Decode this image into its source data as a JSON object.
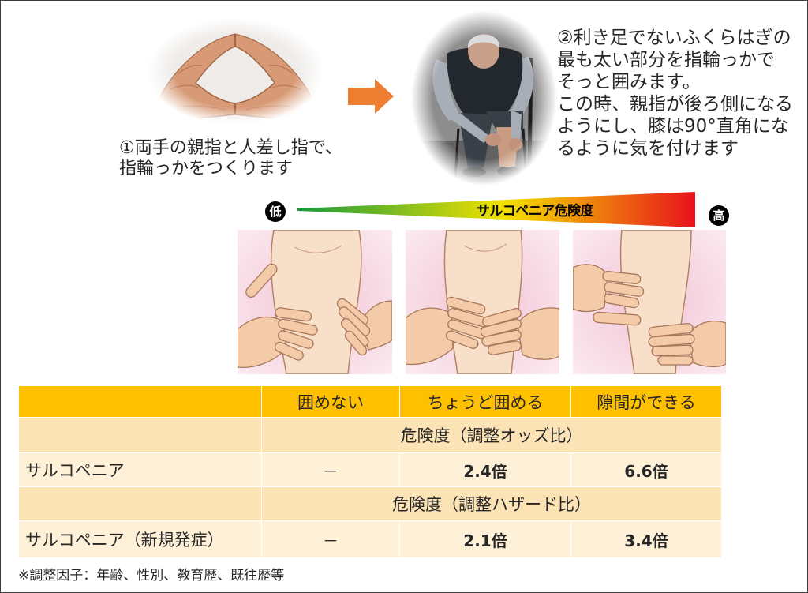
{
  "steps": {
    "step1": {
      "lines": [
        "①両手の親指と人差し指で、",
        "指輪っかをつくります"
      ]
    },
    "step2": {
      "lines": [
        "②利き足でないふくらはぎの",
        "最も太い部分を指輪っかで",
        "そっと囲みます。",
        "この時、親指が後ろ側になる",
        "ようにし、膝は90°直角にな",
        "るように気を付けます"
      ]
    }
  },
  "risk_scale": {
    "label": "サルコペニア危険度",
    "low": "低",
    "high": "高"
  },
  "table": {
    "columns": [
      "囲めない",
      "ちょうど囲める",
      "隙間ができる"
    ],
    "sections": [
      {
        "title": "危険度（調整オッズ比）",
        "label": "サルコペニア",
        "values": [
          "－",
          "2.4倍",
          "6.6倍"
        ]
      },
      {
        "title": "危険度（調整ハザード比）",
        "label": "サルコペニア（新規発症）",
        "values": [
          "－",
          "2.1倍",
          "3.4倍"
        ]
      }
    ]
  },
  "footnote": "※調整因子：年齢、性別、教育歴、既往歴等",
  "colors": {
    "table_header": "#FFC000",
    "table_section": "#FCE3B6",
    "table_row": "#FEF1D8",
    "arrow": "#ED7D31",
    "scale_low": "#169a3c",
    "scale_mid": "#f4e200",
    "scale_high": "#e8121b"
  }
}
